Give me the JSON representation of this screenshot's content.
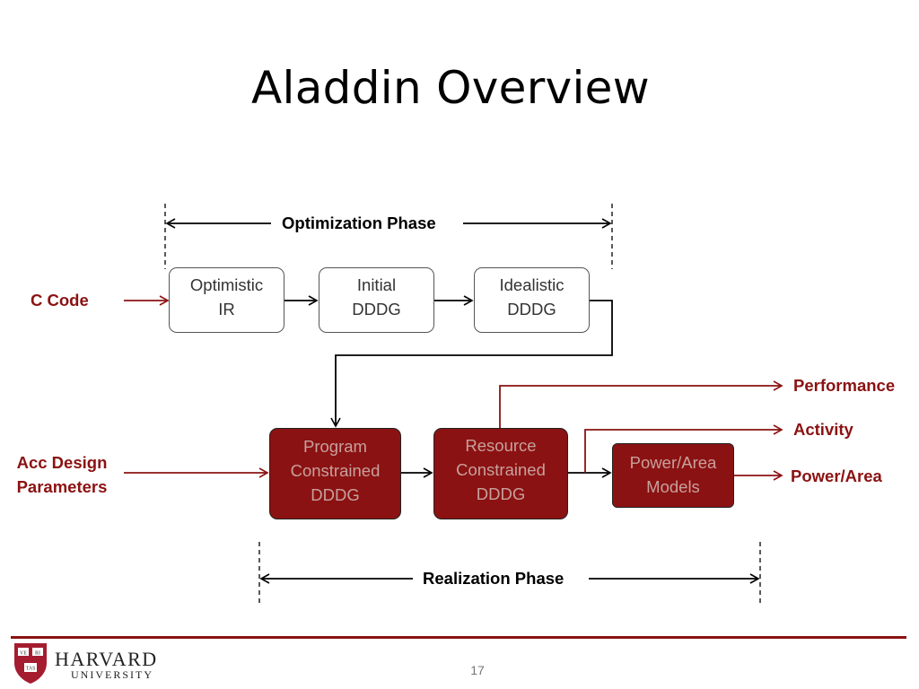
{
  "slide": {
    "title": "Aladdin Overview",
    "page_number": "17"
  },
  "diagram": {
    "phases": {
      "optimization": "Optimization Phase",
      "realization": "Realization Phase"
    },
    "inputs": {
      "c_code": "C Code",
      "acc_design_line1": "Acc Design",
      "acc_design_line2": "Parameters"
    },
    "boxes": {
      "optimistic_ir": "Optimistic\nIR",
      "initial_dddg": "Initial\nDDDG",
      "idealistic_dddg": "Idealistic\nDDDG",
      "program_constrained": "Program\nConstrained\nDDDG",
      "resource_constrained": "Resource\nConstrained\nDDDG",
      "power_area_models": "Power/Area\nModels"
    },
    "outputs": {
      "performance": "Performance",
      "activity": "Activity",
      "power_area": "Power/Area"
    },
    "colors": {
      "accent_red": "#8b1212",
      "box_text_dark": "#c7a09d"
    }
  },
  "footer": {
    "logo_word1": "HARVARD",
    "logo_word2": "UNIVERSITY",
    "shield_text": [
      "VE",
      "RI",
      "TAS"
    ]
  }
}
